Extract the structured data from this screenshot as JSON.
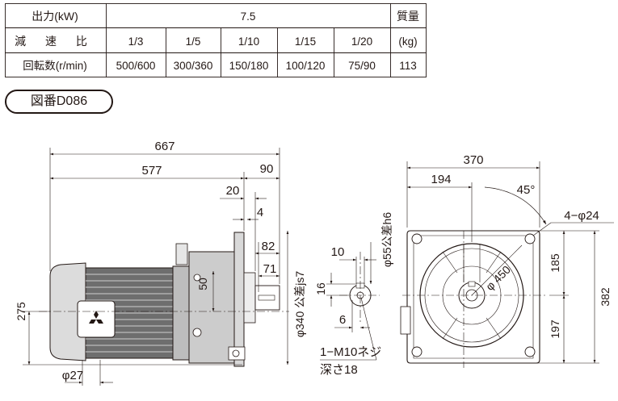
{
  "spec_table": {
    "output_label": "出力(kW)",
    "output_value": "7.5",
    "mass_label": "質量",
    "mass_unit": "(kg)",
    "mass_value": "113",
    "ratio_label": "減 速 比",
    "speed_label": "回転数(r/min)",
    "ratios": [
      "1/3",
      "1/5",
      "1/10",
      "1/15",
      "1/20"
    ],
    "speeds": [
      "500/600",
      "300/360",
      "150/180",
      "100/120",
      "75/90"
    ]
  },
  "figure_number": "図番D086",
  "side_view": {
    "overall_length": "667",
    "body_length": "577",
    "flange_length": "90",
    "shaft_step": "20",
    "flange_thickness": "4",
    "shaft_length": "82",
    "key_length": "71",
    "shaft_height": "50",
    "centre_height": "275",
    "conduit_dia": "φ27",
    "pilot_dia": "φ340 公差js7"
  },
  "shaft_detail": {
    "shaft_dia": "φ55公差h6",
    "key_width": "10",
    "key_height": "16",
    "key_depth": "6",
    "tapped_hole": "1−M10ネジ",
    "tapped_depth": "深さ18"
  },
  "front_view": {
    "flange_width": "370",
    "half_width": "194",
    "bolt_angle": "45°",
    "bolt_holes": "4−φ24",
    "pcd": "φ 450",
    "upper_height": "185",
    "lower_height": "197",
    "total_height": "382"
  },
  "colors": {
    "ink": "#231815",
    "background": "#ffffff"
  }
}
